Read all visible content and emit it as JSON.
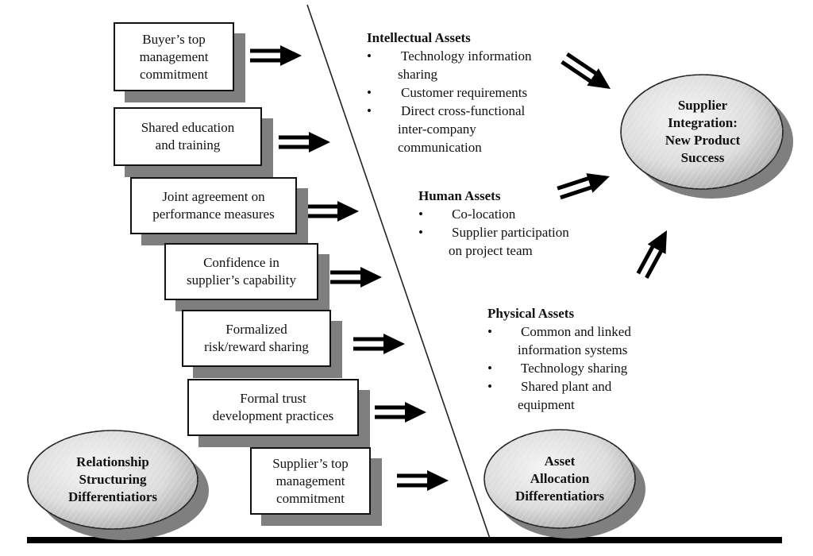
{
  "differentiator_boxes": [
    {
      "label_lines": [
        "Buyer’s top",
        "management",
        "commitment"
      ]
    },
    {
      "label_lines": [
        "Shared education",
        "and training"
      ]
    },
    {
      "label_lines": [
        "Joint agreement on",
        "performance measures"
      ]
    },
    {
      "label_lines": [
        "Confidence in",
        "supplier’s capability"
      ]
    },
    {
      "label_lines": [
        "Formalized",
        "risk/reward sharing"
      ]
    },
    {
      "label_lines": [
        "Formal trust",
        "development practices"
      ]
    },
    {
      "label_lines": [
        "Supplier’s top",
        "management",
        "commitment"
      ]
    }
  ],
  "ellipses": {
    "relationship": {
      "label_lines": [
        "Relationship",
        "Structuring",
        "Differentiatiors"
      ]
    },
    "asset_allocation": {
      "label_lines": [
        "Asset",
        "Allocation",
        "Differentiatiors"
      ]
    },
    "outcome": {
      "label_lines": [
        "Supplier",
        "Integration:",
        "New Product",
        "Success"
      ]
    }
  },
  "asset_groups": [
    {
      "title": "Intellectual Assets",
      "items": [
        {
          "lines": [
            "Technology information",
            "sharing"
          ]
        },
        {
          "lines": [
            "Customer requirements"
          ]
        },
        {
          "lines": [
            "Direct cross-functional",
            "inter-company",
            "communication"
          ]
        }
      ]
    },
    {
      "title": "Human Assets",
      "items": [
        {
          "lines": [
            "Co-location"
          ]
        },
        {
          "lines": [
            "Supplier participation",
            "on project team"
          ]
        }
      ]
    },
    {
      "title": "Physical Assets",
      "items": [
        {
          "lines": [
            "Common and linked",
            "information systems"
          ]
        },
        {
          "lines": [
            "Technology sharing"
          ]
        },
        {
          "lines": [
            "Shared plant and",
            "equipment"
          ]
        }
      ]
    }
  ],
  "bullet_glyph": "•",
  "colors": {
    "line": "#111111",
    "shadow": "#7f7f7f",
    "ellipse_fill": "#d9d9d9",
    "ellipse_highlight": "#f2f2f2"
  }
}
